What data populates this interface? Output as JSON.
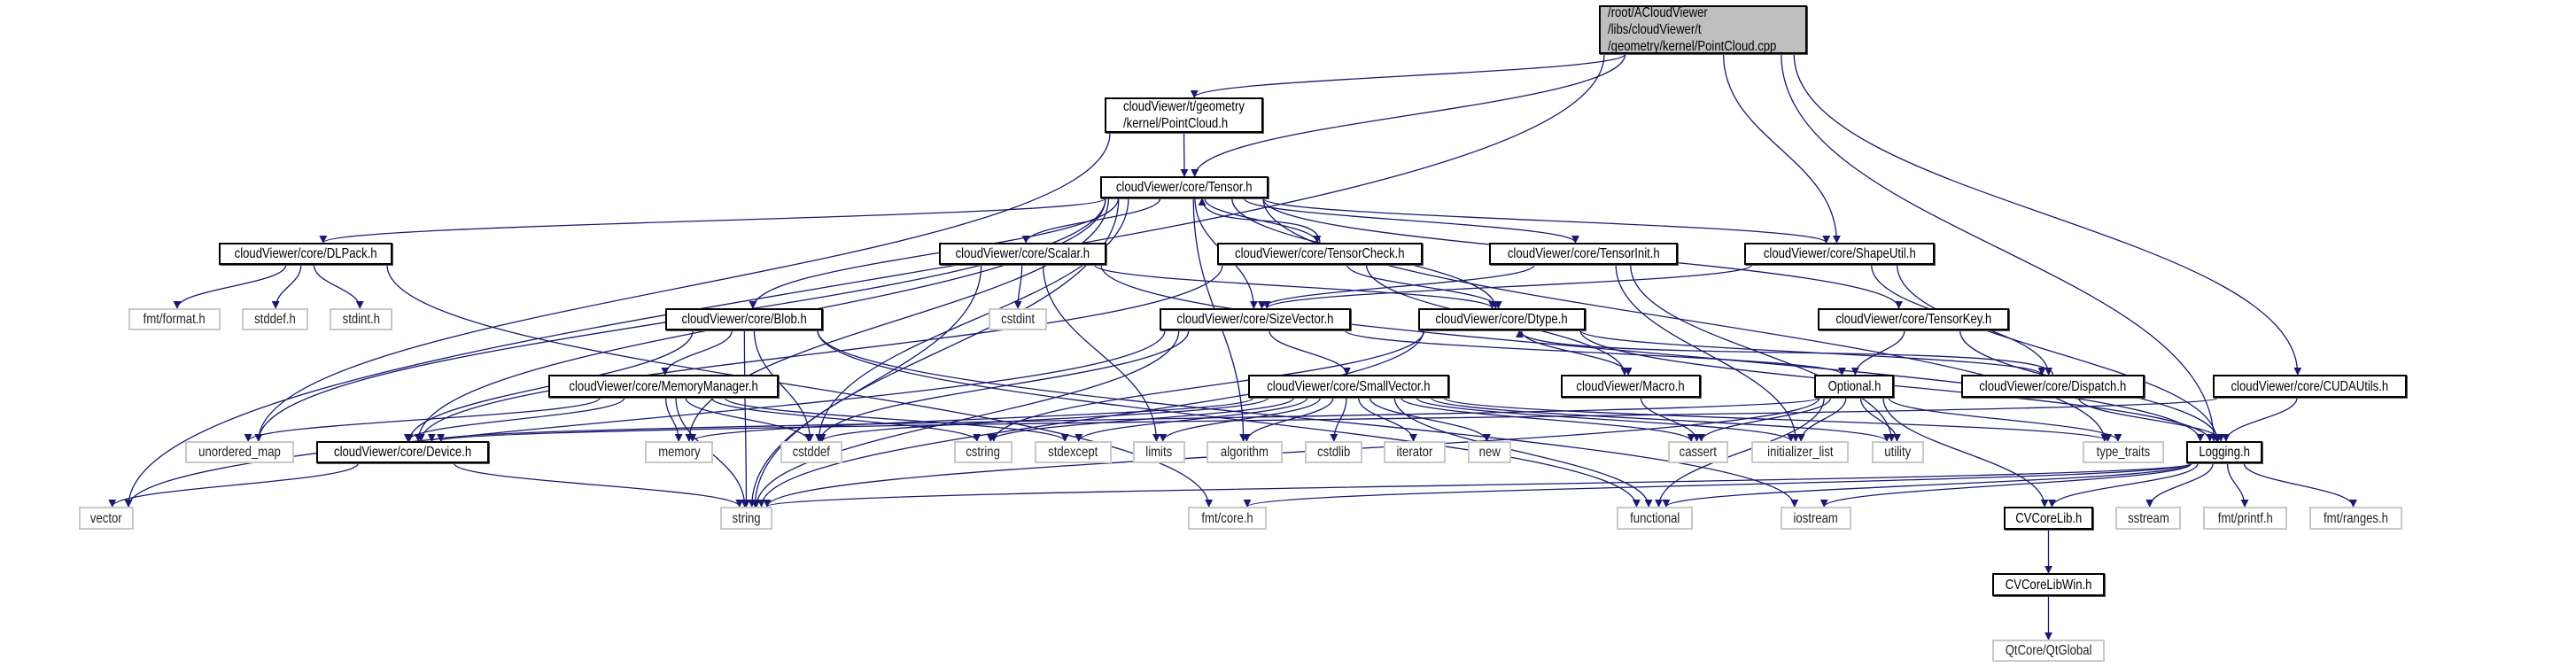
{
  "graph": {
    "edge_color": "#191970",
    "root_fill": "#bfbfbf",
    "external_border": "#c8c8c8",
    "nodes": [
      {
        "id": "root",
        "label": "/root/ACloudViewer\n/libs/cloudViewer/t\n/geometry/kernel/PointCloud.cpp",
        "kind": "root"
      },
      {
        "id": "pointcloud_h",
        "label": "cloudViewer/t/geometry\n/kernel/PointCloud.h",
        "kind": "internal"
      },
      {
        "id": "tensor",
        "label": "cloudViewer/core/Tensor.h",
        "kind": "internal"
      },
      {
        "id": "dlpack",
        "label": "cloudViewer/core/DLPack.h",
        "kind": "internal"
      },
      {
        "id": "scalar",
        "label": "cloudViewer/core/Scalar.h",
        "kind": "internal"
      },
      {
        "id": "tensorcheck",
        "label": "cloudViewer/core/TensorCheck.h",
        "kind": "internal"
      },
      {
        "id": "tensorinit",
        "label": "cloudViewer/core/TensorInit.h",
        "kind": "internal"
      },
      {
        "id": "shapeutil",
        "label": "cloudViewer/core/ShapeUtil.h",
        "kind": "internal"
      },
      {
        "id": "fmt_format",
        "label": "fmt/format.h",
        "kind": "external"
      },
      {
        "id": "stddef",
        "label": "stddef.h",
        "kind": "external"
      },
      {
        "id": "stdint",
        "label": "stdint.h",
        "kind": "external"
      },
      {
        "id": "blob",
        "label": "cloudViewer/core/Blob.h",
        "kind": "internal"
      },
      {
        "id": "cstdint",
        "label": "cstdint",
        "kind": "external"
      },
      {
        "id": "sizevector",
        "label": "cloudViewer/core/SizeVector.h",
        "kind": "internal"
      },
      {
        "id": "dtype",
        "label": "cloudViewer/core/Dtype.h",
        "kind": "internal"
      },
      {
        "id": "tensorkey",
        "label": "cloudViewer/core/TensorKey.h",
        "kind": "internal"
      },
      {
        "id": "memorymanager",
        "label": "cloudViewer/core/MemoryManager.h",
        "kind": "internal"
      },
      {
        "id": "smallvector",
        "label": "cloudViewer/core/SmallVector.h",
        "kind": "internal"
      },
      {
        "id": "macro",
        "label": "cloudViewer/Macro.h",
        "kind": "internal"
      },
      {
        "id": "optional",
        "label": "Optional.h",
        "kind": "internal"
      },
      {
        "id": "dispatch",
        "label": "cloudViewer/core/Dispatch.h",
        "kind": "internal"
      },
      {
        "id": "cudautils",
        "label": "cloudViewer/core/CUDAUtils.h",
        "kind": "internal"
      },
      {
        "id": "unordered_map",
        "label": "unordered_map",
        "kind": "external"
      },
      {
        "id": "device",
        "label": "cloudViewer/core/Device.h",
        "kind": "internal"
      },
      {
        "id": "memory",
        "label": "memory",
        "kind": "external"
      },
      {
        "id": "cstddef",
        "label": "cstddef",
        "kind": "external"
      },
      {
        "id": "cstring",
        "label": "cstring",
        "kind": "external"
      },
      {
        "id": "stdexcept",
        "label": "stdexcept",
        "kind": "external"
      },
      {
        "id": "limits",
        "label": "limits",
        "kind": "external"
      },
      {
        "id": "algorithm",
        "label": "algorithm",
        "kind": "external"
      },
      {
        "id": "cstdlib",
        "label": "cstdlib",
        "kind": "external"
      },
      {
        "id": "iterator",
        "label": "iterator",
        "kind": "external"
      },
      {
        "id": "new",
        "label": "new",
        "kind": "external"
      },
      {
        "id": "cassert",
        "label": "cassert",
        "kind": "external"
      },
      {
        "id": "initializer_list",
        "label": "initializer_list",
        "kind": "external"
      },
      {
        "id": "utility",
        "label": "utility",
        "kind": "external"
      },
      {
        "id": "type_traits",
        "label": "type_traits",
        "kind": "external"
      },
      {
        "id": "logging",
        "label": "Logging.h",
        "kind": "internal"
      },
      {
        "id": "vector",
        "label": "vector",
        "kind": "external"
      },
      {
        "id": "string",
        "label": "string",
        "kind": "external"
      },
      {
        "id": "fmt_core",
        "label": "fmt/core.h",
        "kind": "external"
      },
      {
        "id": "functional",
        "label": "functional",
        "kind": "external"
      },
      {
        "id": "iostream",
        "label": "iostream",
        "kind": "external"
      },
      {
        "id": "cvcorelib",
        "label": "CVCoreLib.h",
        "kind": "internal"
      },
      {
        "id": "sstream",
        "label": "sstream",
        "kind": "external"
      },
      {
        "id": "fmt_printf",
        "label": "fmt/printf.h",
        "kind": "external"
      },
      {
        "id": "fmt_ranges",
        "label": "fmt/ranges.h",
        "kind": "external"
      },
      {
        "id": "cvcorelibwin",
        "label": "CVCoreLibWin.h",
        "kind": "internal"
      },
      {
        "id": "qtglobal",
        "label": "QtCore/QtGlobal",
        "kind": "external"
      }
    ],
    "edges": [
      [
        "root",
        "vector"
      ],
      [
        "root",
        "pointcloud_h"
      ],
      [
        "root",
        "tensor"
      ],
      [
        "root",
        "shapeutil"
      ],
      [
        "root",
        "cudautils"
      ],
      [
        "root",
        "logging"
      ],
      [
        "pointcloud_h",
        "tensor"
      ],
      [
        "pointcloud_h",
        "unordered_map"
      ],
      [
        "tensor",
        "dlpack"
      ],
      [
        "tensor",
        "scalar"
      ],
      [
        "tensor",
        "tensorcheck"
      ],
      [
        "tensor",
        "tensorinit"
      ],
      [
        "tensor",
        "shapeutil"
      ],
      [
        "tensor",
        "tensorkey"
      ],
      [
        "tensor",
        "blob"
      ],
      [
        "tensor",
        "sizevector"
      ],
      [
        "tensor",
        "dtype"
      ],
      [
        "tensor",
        "device"
      ],
      [
        "tensor",
        "string"
      ],
      [
        "tensor",
        "memory"
      ],
      [
        "tensor",
        "cstddef"
      ],
      [
        "tensor",
        "algorithm"
      ],
      [
        "tensor",
        "type_traits"
      ],
      [
        "tensor",
        "unordered_map"
      ],
      [
        "tensorcheck",
        "tensor"
      ],
      [
        "tensorcheck",
        "device"
      ],
      [
        "tensorcheck",
        "dtype"
      ],
      [
        "tensorcheck",
        "macro"
      ],
      [
        "dlpack",
        "fmt_format"
      ],
      [
        "dlpack",
        "stddef"
      ],
      [
        "dlpack",
        "stdint"
      ],
      [
        "dlpack",
        "fmt_core"
      ],
      [
        "scalar",
        "cstdint"
      ],
      [
        "scalar",
        "string"
      ],
      [
        "scalar",
        "limits"
      ],
      [
        "scalar",
        "dtype"
      ],
      [
        "scalar",
        "logging"
      ],
      [
        "tensorinit",
        "sizevector"
      ],
      [
        "tensorinit",
        "initializer_list"
      ],
      [
        "tensorinit",
        "utility"
      ],
      [
        "shapeutil",
        "sizevector"
      ],
      [
        "shapeutil",
        "dispatch"
      ],
      [
        "shapeutil",
        "logging"
      ],
      [
        "blob",
        "memorymanager"
      ],
      [
        "blob",
        "device"
      ],
      [
        "blob",
        "cstddef"
      ],
      [
        "blob",
        "string"
      ],
      [
        "blob",
        "functional"
      ],
      [
        "blob",
        "iostream"
      ],
      [
        "sizevector",
        "smallvector"
      ],
      [
        "sizevector",
        "cstddef"
      ],
      [
        "sizevector",
        "string"
      ],
      [
        "sizevector",
        "vector"
      ],
      [
        "sizevector",
        "optional"
      ],
      [
        "dtype",
        "macro"
      ],
      [
        "dtype",
        "dispatch"
      ],
      [
        "dtype",
        "cstring"
      ],
      [
        "dtype",
        "string"
      ],
      [
        "dtype",
        "logging"
      ],
      [
        "tensorkey",
        "optional"
      ],
      [
        "tensorkey",
        "logging"
      ],
      [
        "memorymanager",
        "device"
      ],
      [
        "memorymanager",
        "unordered_map"
      ],
      [
        "memorymanager",
        "memory"
      ],
      [
        "memorymanager",
        "string"
      ],
      [
        "memorymanager",
        "cstddef"
      ],
      [
        "memorymanager",
        "stdexcept"
      ],
      [
        "memorymanager",
        "cstring"
      ],
      [
        "smallvector",
        "cstring"
      ],
      [
        "smallvector",
        "stdexcept"
      ],
      [
        "smallvector",
        "limits"
      ],
      [
        "smallvector",
        "algorithm"
      ],
      [
        "smallvector",
        "cstdlib"
      ],
      [
        "smallvector",
        "iterator"
      ],
      [
        "smallvector",
        "new"
      ],
      [
        "smallvector",
        "cassert"
      ],
      [
        "smallvector",
        "initializer_list"
      ],
      [
        "smallvector",
        "utility"
      ],
      [
        "smallvector",
        "type_traits"
      ],
      [
        "smallvector",
        "functional"
      ],
      [
        "smallvector",
        "memory"
      ],
      [
        "smallvector",
        "cstddef"
      ],
      [
        "macro",
        "cassert"
      ],
      [
        "optional",
        "cassert"
      ],
      [
        "optional",
        "initializer_list"
      ],
      [
        "optional",
        "utility"
      ],
      [
        "optional",
        "type_traits"
      ],
      [
        "optional",
        "functional"
      ],
      [
        "optional",
        "string"
      ],
      [
        "optional",
        "cvcorelib"
      ],
      [
        "optional",
        "device"
      ],
      [
        "dispatch",
        "dtype"
      ],
      [
        "dispatch",
        "logging"
      ],
      [
        "cudautils",
        "logging"
      ],
      [
        "cudautils",
        "device"
      ],
      [
        "device",
        "vector"
      ],
      [
        "device",
        "string"
      ],
      [
        "logging",
        "string"
      ],
      [
        "logging",
        "fmt_core"
      ],
      [
        "logging",
        "functional"
      ],
      [
        "logging",
        "iostream"
      ],
      [
        "logging",
        "cvcorelib"
      ],
      [
        "logging",
        "sstream"
      ],
      [
        "logging",
        "fmt_printf"
      ],
      [
        "logging",
        "fmt_ranges"
      ],
      [
        "cvcorelib",
        "cvcorelibwin"
      ],
      [
        "cvcorelibwin",
        "qtglobal"
      ]
    ]
  }
}
